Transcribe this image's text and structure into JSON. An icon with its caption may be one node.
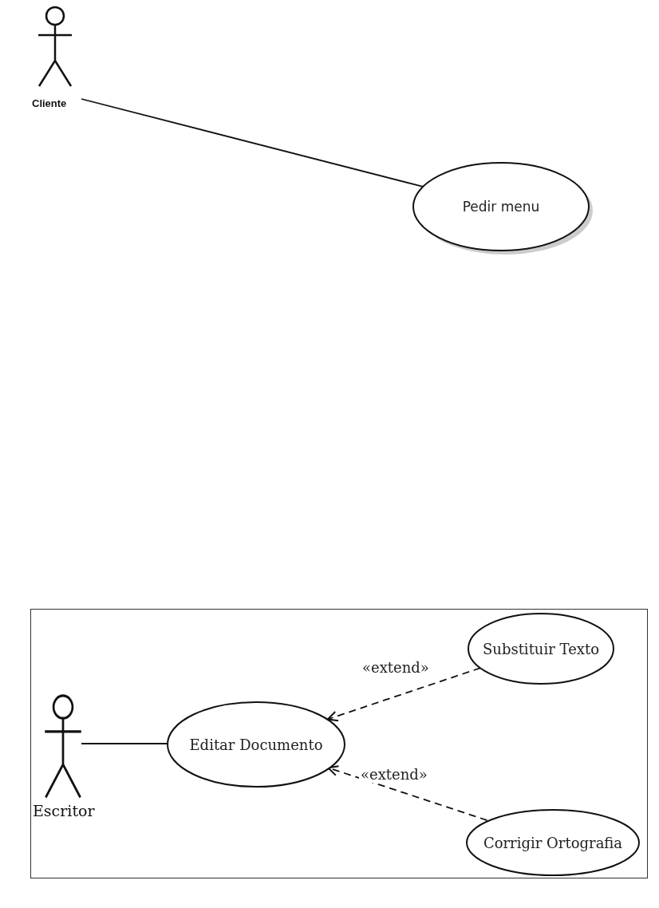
{
  "diagram": {
    "nodes": [
      {
        "text": [
          "Cliente"
        ]
      },
      {
        "text": [
          "Pedir menu"
        ]
      },
      {
        "text": [],
        "shape": "box"
      },
      {
        "text": [
          "Escritor"
        ],
        "in": 2
      },
      {
        "text": [
          "Editar Documento"
        ],
        "in": 2
      },
      {
        "text": [
          "Substituir Texto"
        ],
        "in": 2
      },
      {
        "text": [
          "Corrigir Ortografia"
        ],
        "in": 2
      }
    ],
    "edges": [
      {
        "from": 0,
        "to": 1,
        "arrow": "none"
      },
      {
        "from": 3,
        "to": 4,
        "arrow": "none"
      },
      {
        "from": 5,
        "to": 4,
        "arrow": "to",
        "label": "«extend»",
        "style": "dashed"
      },
      {
        "from": 6,
        "to": 4,
        "arrow": "to",
        "label": "«extend»",
        "style": "dashed"
      }
    ]
  }
}
